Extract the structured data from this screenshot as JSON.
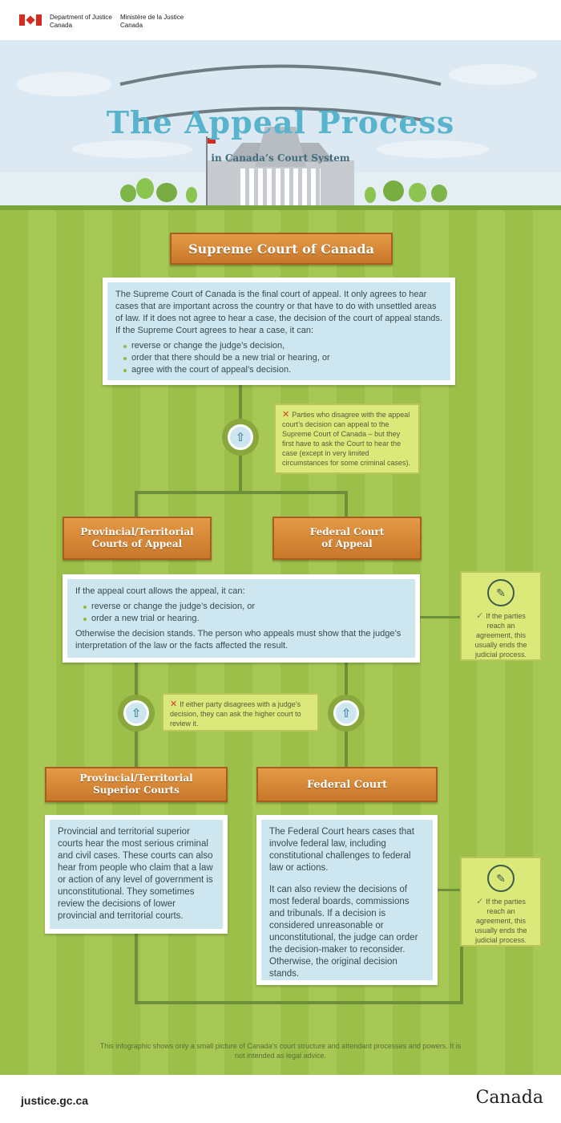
{
  "header": {
    "dept_en_line1": "Department of Justice",
    "dept_en_line2": "Canada",
    "dept_fr_line1": "Ministère de la Justice",
    "dept_fr_line2": "Canada"
  },
  "hero": {
    "title": "The Appeal Process",
    "subtitle": "in Canada’s Court System"
  },
  "supreme": {
    "banner": "Supreme Court of Canada",
    "intro": "The Supreme Court of Canada is the final court of appeal. It only agrees to hear cases that are important across the country or that have to do with unsettled areas of law. If it does not agree to hear a case, the decision of the court of appeal stands. If the Supreme Court agrees to hear a case, it can:",
    "items": [
      "reverse or change the judge’s decision,",
      "order that there should be a new trial or hearing, or",
      "agree with the court of appeal’s decision."
    ]
  },
  "note_supreme": "Parties who disagree with the appeal court’s decision can appeal to the Supreme Court of Canada – but they first have to ask the Court to hear the case (except in very limited circumstances for some criminal cases).",
  "appeal": {
    "banner_left": "Provincial/Territorial\nCourts of Appeal",
    "banner_right": "Federal Court\nof Appeal",
    "intro": "If the appeal court allows the appeal, it can:",
    "items": [
      "reverse or change the judge’s decision, or",
      "order a new trial or hearing."
    ],
    "outro": "Otherwise the decision stands. The person who appeals must show that the judge’s interpretation of the law or the facts affected the result."
  },
  "note_agreement_1": "If the parties reach an agreement, this usually ends the judicial process.",
  "note_party": "If either party disagrees with a judge’s decision, they can ask the higher court to review it.",
  "superior": {
    "banner": "Provincial/Territorial\nSuperior Courts",
    "text": "Provincial and territorial superior courts hear the most serious criminal and civil cases. These courts can also hear from people who claim that a law or action of any level of government is unconstitutional. They sometimes review the decisions of lower provincial and territorial courts."
  },
  "federal": {
    "banner": "Federal Court",
    "text1": "The Federal Court hears cases that involve federal law, including constitutional challenges to federal law or actions.",
    "text2": "It can also review the decisions of most federal boards, commissions and tribunals. If a decision is considered unreasonable or unconstitutional, the judge can order the decision-maker to reconsider. Otherwise, the original decision stands."
  },
  "note_agreement_2": "If the parties reach an agreement, this usually ends the judicial process.",
  "disclaimer": "This infographic shows only a small picture of Canada’s court structure and attendant processes and powers. It is not intended as legal advice.",
  "footer": {
    "url": "justice.gc.ca",
    "wordmark": "Canada"
  },
  "icons": {
    "cross": "✕",
    "check": "✓",
    "up": "⇧",
    "handshake": "handshake-icon"
  },
  "colors": {
    "banner": "#d9893a",
    "box": "#cde6ef",
    "note": "#dbe87a",
    "grass": "#a1c44f",
    "title": "#58b4cc"
  }
}
